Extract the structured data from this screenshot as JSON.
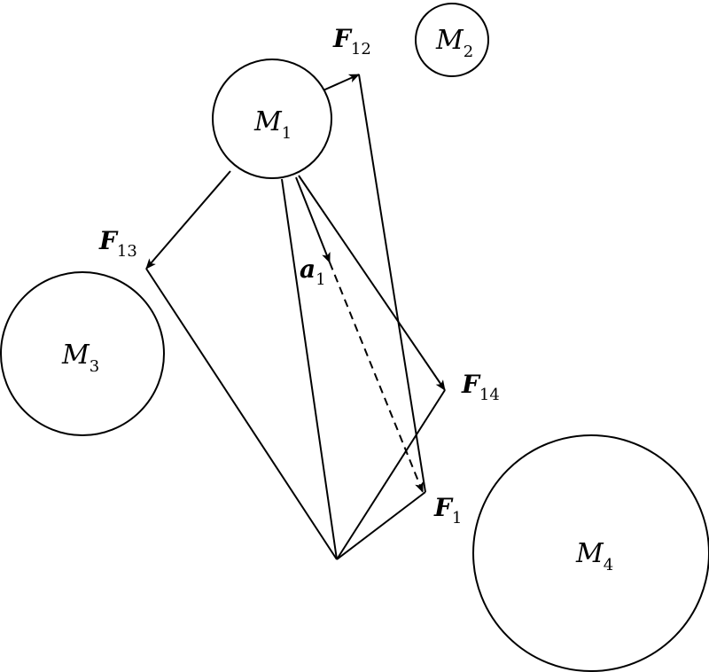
{
  "masses": [
    {
      "id": "m1",
      "symbol": "M",
      "subscript": "1"
    },
    {
      "id": "m2",
      "symbol": "M",
      "subscript": "2"
    },
    {
      "id": "m3",
      "symbol": "M",
      "subscript": "3"
    },
    {
      "id": "m4",
      "symbol": "M",
      "subscript": "4"
    }
  ],
  "vectors": [
    {
      "id": "f12",
      "symbol": "F",
      "subscript": "12"
    },
    {
      "id": "f13",
      "symbol": "F",
      "subscript": "13"
    },
    {
      "id": "f14",
      "symbol": "F",
      "subscript": "14"
    },
    {
      "id": "f1",
      "symbol": "F",
      "subscript": "1"
    },
    {
      "id": "a1",
      "symbol": "a",
      "subscript": "1"
    }
  ],
  "colors": {
    "ink": "#000000",
    "background": "#ffffff"
  }
}
